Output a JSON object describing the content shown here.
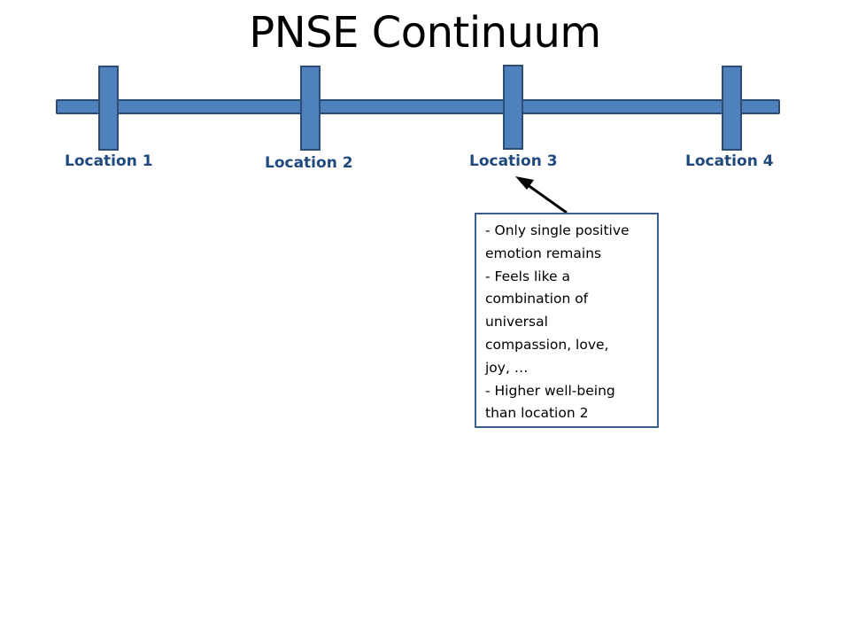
{
  "title": "PNSE Continuum",
  "locations": [
    {
      "label": "Location 1"
    },
    {
      "label": "Location 2"
    },
    {
      "label": "Location 3"
    },
    {
      "label": "Location 4"
    }
  ],
  "callout": {
    "target": "Location 3",
    "lines": [
      "- Only single positive",
      "emotion remains",
      "- Feels like a",
      "combination of",
      "universal",
      "compassion, love,",
      "joy, …",
      "- Higher well-being",
      "than location 2"
    ]
  },
  "colors": {
    "bar_fill": "#4f81bd",
    "bar_stroke": "#2c4d75",
    "label_text": "#1f497d",
    "callout_border": "#3a5f8c",
    "arrow": "#000000"
  }
}
